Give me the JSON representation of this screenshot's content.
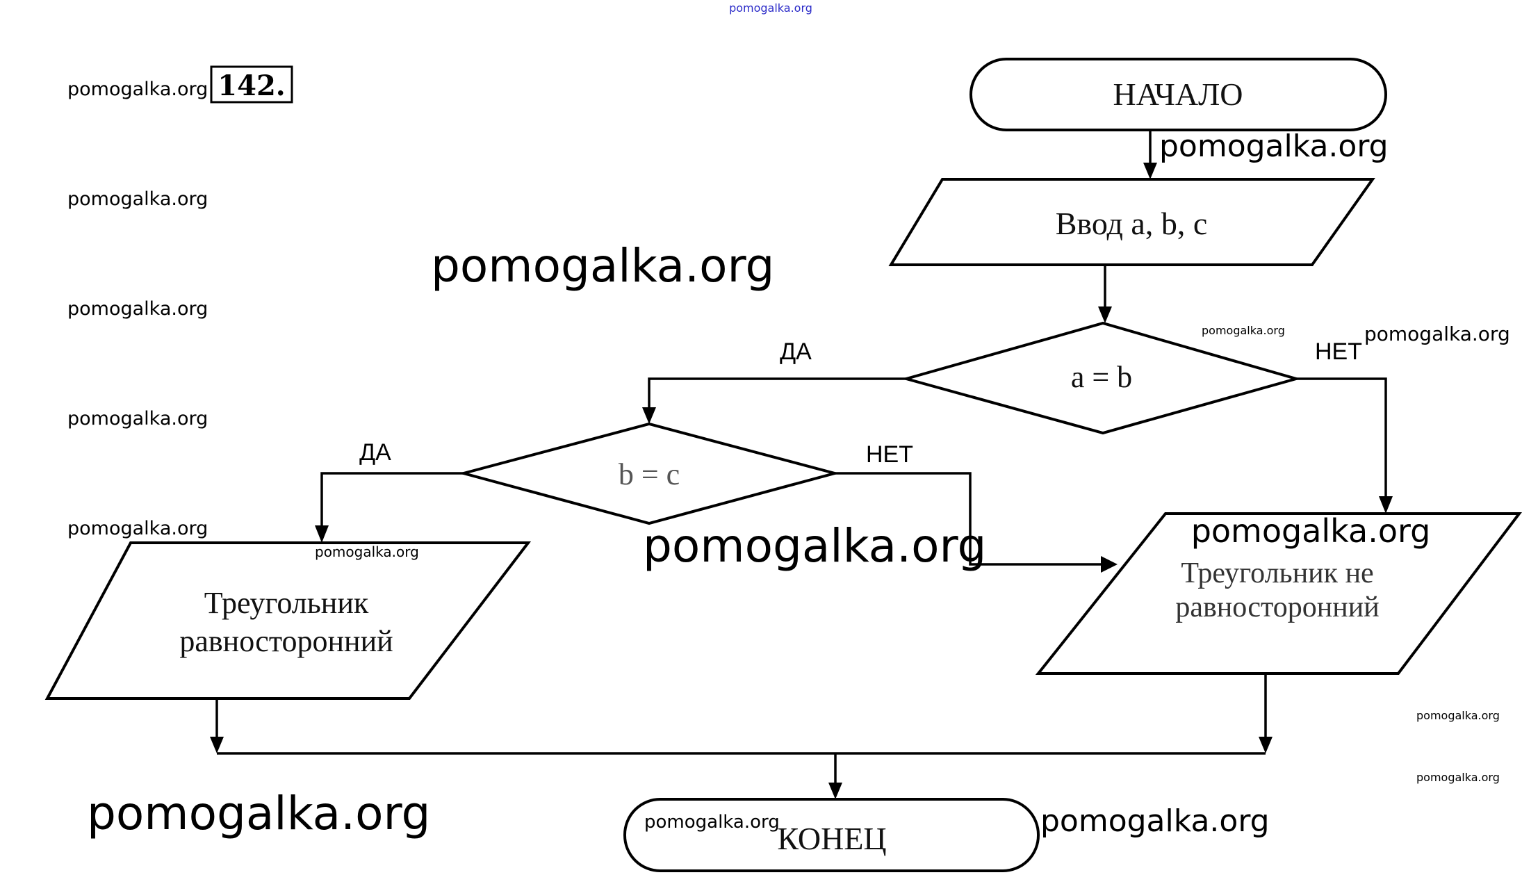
{
  "problem_number": "142.",
  "colors": {
    "stroke": "#000000",
    "background": "#ffffff",
    "top_watermark": "#2b2bc8"
  },
  "flowchart": {
    "start": "НАЧАЛО",
    "input": "Ввод a, b, c",
    "decision_ab": "a = b",
    "decision_bc": "b = c",
    "yes_label_ab": "ДА",
    "no_label_ab": "НЕТ",
    "yes_label_bc": "ДА",
    "no_label_bc": "НЕТ",
    "output_equilateral": [
      "Треугольник",
      "равносторонний"
    ],
    "output_not_equilateral": [
      "Треугольник не",
      "равносторонний"
    ],
    "end": "КОНЕЦ"
  },
  "watermarks": {
    "top": "pomogalka.org",
    "left_column": [
      "pomogalka.org",
      "pomogalka.org",
      "pomogalka.org",
      "pomogalka.org",
      "pomogalka.org"
    ],
    "under_start": "pomogalka.org",
    "center_large": "pomogalka.org",
    "near_decision_small": "pomogalka.org",
    "after_no_label": "pomogalka.org",
    "middle_large": "pomogalka.org",
    "left_output_small": "pomogalka.org",
    "right_output_large": "pomogalka.org",
    "right_small_1": "pomogalka.org",
    "right_small_2": "pomogalka.org",
    "bottom_left_large": "pomogalka.org",
    "end_inner": "pomogalka.org",
    "end_right": "pomogalka.org"
  }
}
